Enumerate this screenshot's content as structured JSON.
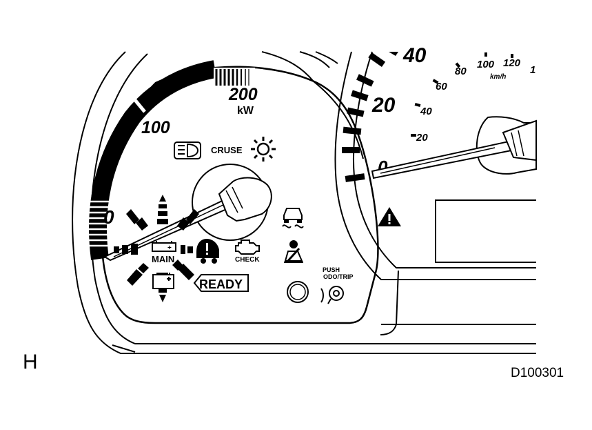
{
  "figure": {
    "corner_letter": "H",
    "code": "D100301"
  },
  "power_meter": {
    "unit": "kW",
    "scale_labels": [
      "0",
      "100",
      "200"
    ]
  },
  "speedometer": {
    "outer_scale_labels": [
      "0",
      "20",
      "40"
    ],
    "inner_scale_labels": [
      "20",
      "40",
      "60",
      "80",
      "100",
      "120",
      "1"
    ],
    "inner_unit": "km/h"
  },
  "indicators": {
    "cruise": "CRUSE",
    "main": "MAIN",
    "check": "CHECK",
    "ready": "READY",
    "push_line1": "PUSH",
    "push_line2": "ODO/TRIP"
  }
}
